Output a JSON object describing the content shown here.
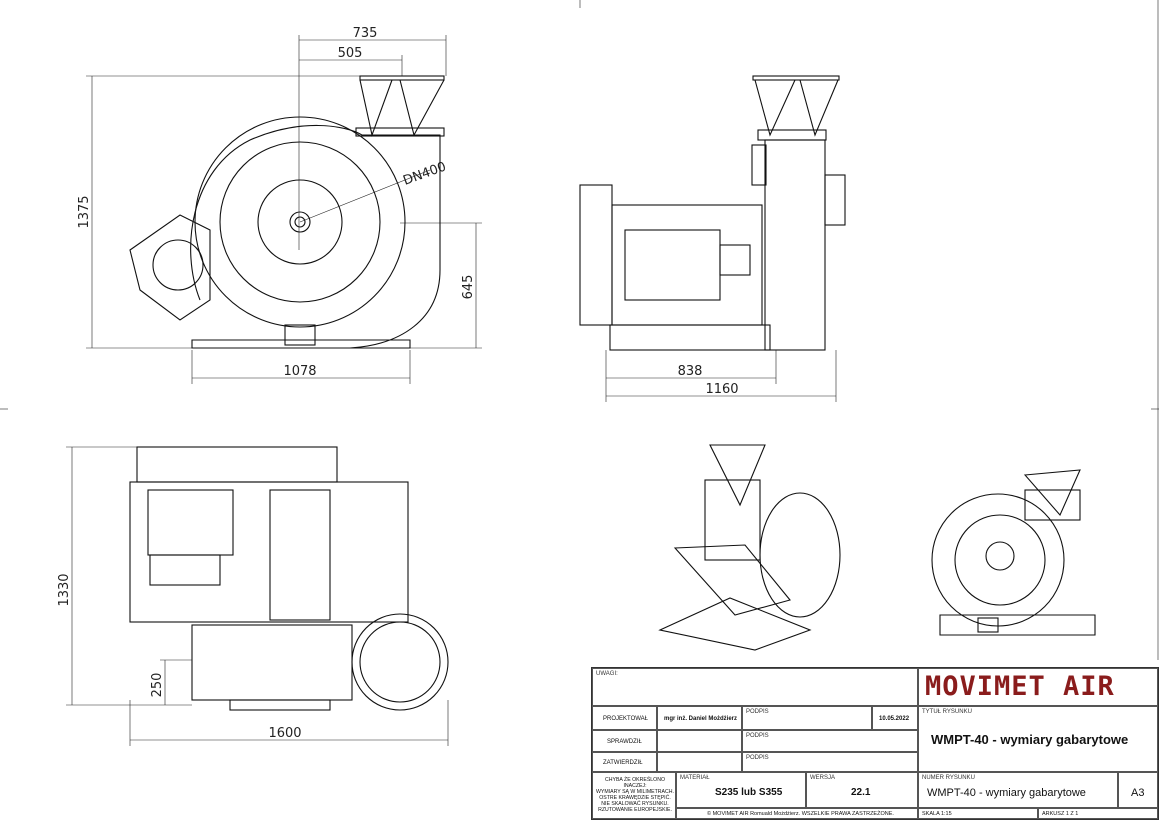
{
  "dimensions": {
    "front": {
      "top_outer": "735",
      "top_inner": "505",
      "height": "1375",
      "outlet": "DN400",
      "lower_right": "645",
      "base": "1078"
    },
    "side": {
      "inner": "838",
      "outer": "1160"
    },
    "top": {
      "height": "1330",
      "offset": "250",
      "width": "1600"
    }
  },
  "title_block": {
    "notes_label": "UWAGI:",
    "logo": "MOVIMET AIR",
    "projected_label": "PROJEKTOWAŁ",
    "designer": "mgr inż. Daniel Możdżierz",
    "signature_label": "PODPIS",
    "date": "10.05.2022",
    "checked_label": "SPRAWDZIŁ",
    "approved_label": "ZATWIERDZIŁ",
    "drawing_title_label": "TYTUŁ RYSUNKU",
    "drawing_title": "WMPT-40 - wymiary gabarytowe",
    "note_text": [
      "CHYBA ŻE OKREŚLONO INACZEJ:",
      "WYMIARY SĄ W MILIMETRACH.",
      "OSTRE KRAWĘDZIE STĘPIĆ.",
      "NIE SKALOWAĆ RYSUNKU.",
      "RZUTOWANIE EUROPEJSKIE."
    ],
    "material_label": "MATERIAŁ",
    "material": "S235 lub S355",
    "version_label": "WERSJA",
    "version": "22.1",
    "drawing_number_label": "NUMER RYSUNKU",
    "drawing_number": "WMPT-40 - wymiary gabarytowe",
    "sheet_size": "A3",
    "copyright": "© MOVIMET AIR Romuald Możdżierz. WSZELKIE PRAWA ZASTRZEŻONE.",
    "scale": "SKALA 1:15",
    "sheet": "ARKUSZ 1 Z 1"
  }
}
